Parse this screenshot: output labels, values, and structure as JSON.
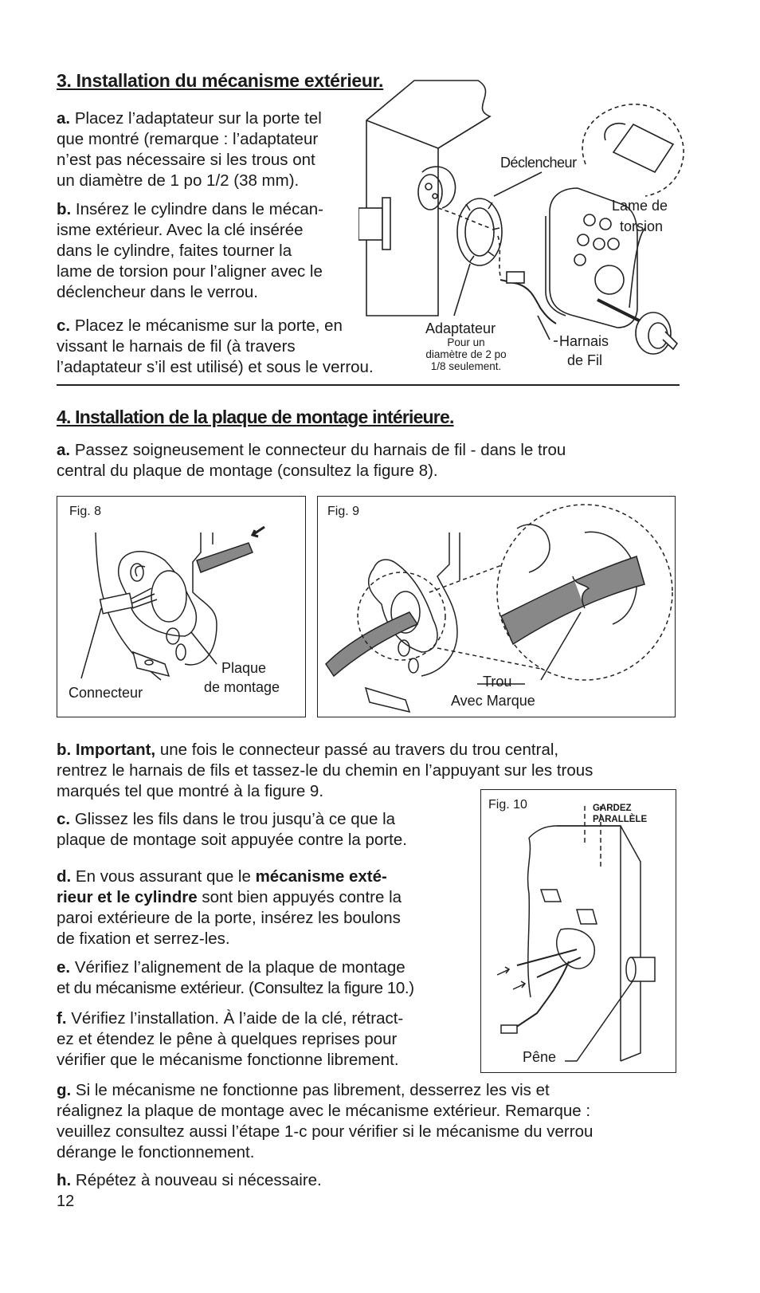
{
  "section3": {
    "title": "3. Installation du mécanisme extérieur.",
    "a_letter": "a.",
    "a_lines": [
      "Placez l’adaptateur sur la porte tel",
      "que montré (remarque : l’adaptateur",
      "n’est pas nécessaire si les trous ont",
      "un diamètre de 1 po 1/2 (38 mm)."
    ],
    "b_letter": "b.",
    "b_lines": [
      "Insérez le cylindre dans le mécan-",
      "isme extérieur. Avec la clé insérée",
      "dans le cylindre, faites tourner la",
      "lame de torsion pour l’aligner avec le",
      "déclencheur dans le verrou."
    ],
    "c_letter": "c.",
    "c_lines": [
      "Placez le mécanisme sur la porte, en",
      "vissant le harnais de fil (à travers",
      "l’adaptateur s’il est utilisé) et sous le verrou."
    ],
    "figure_labels": {
      "declencheur": "Déclencheur",
      "lame1": "Lame de",
      "lame2": "torsion",
      "adaptateur": "Adaptateur",
      "adapt_note1": "Pour un",
      "adapt_note2": "diamètre de 2 po",
      "adapt_note3": "1/8 seulement.",
      "harnais1": "Harnais",
      "harnais2": "de Fil"
    }
  },
  "section4": {
    "title": "4.  Installation de la plaque de montage intérieure.",
    "a_letter": "a.",
    "a_lines": [
      "Passez soigneusement le connecteur du harnais de fil - dans le trou",
      "central du plaque de montage (consultez la figure 8)."
    ],
    "fig8": {
      "caption": "Fig. 8",
      "connecteur": "Connecteur",
      "plaque1": "Plaque",
      "plaque2": "de montage"
    },
    "fig9": {
      "caption": "Fig. 9",
      "trou": "Trou",
      "avec": "Avec Marque"
    },
    "b_bold": "b. Important,",
    "b_lines": [
      "une fois le connecteur passé au travers du trou central,",
      "rentrez le harnais de fils et tassez-le du chemin en l’appuyant sur les trous",
      "marqués tel que montré à la figure 9."
    ],
    "c_letter": "c.",
    "c_lines": [
      "Glissez les fils dans le trou jusqu’à ce que la",
      "plaque de montage soit appuyée contre la porte."
    ],
    "d_letter": "d.",
    "d_pre": "En vous assurant que le",
    "d_bold1": "mécanisme exté-",
    "d_bold2": "rieur et le cylindre",
    "d_post": "sont bien appuyés contre la",
    "d_lines": [
      "paroi extérieure de la porte, insérez les boulons",
      "de fixation et serrez-les."
    ],
    "e_letter": "e.",
    "e_lines": [
      "Vérifiez l’alignement de la plaque de montage",
      "et du mécanisme extérieur. (Consultez la figure 10.)"
    ],
    "f_letter": "f.",
    "f_lines": [
      "Vérifiez l’installation. À l’aide de la clé, rétract-",
      "ez et étendez le pêne à quelques reprises pour",
      "vérifier que le mécanisme fonctionne librement."
    ],
    "fig10": {
      "caption": "Fig. 10",
      "gardez1": "GARDEZ",
      "gardez2": "PARALLÈLE",
      "pene": "Pêne"
    },
    "g_letter": "g.",
    "g_lines": [
      "Si le mécanisme ne fonctionne pas librement, desserrez les vis et",
      "réalignez la plaque de montage avec le mécanisme extérieur. Remarque :",
      "veuillez consultez aussi l’étape 1-c pour vérifier si le mécanisme du verrou",
      "dérange le fonctionnement."
    ],
    "h_letter": "h.",
    "h_text": "Répétez à nouveau si nécessaire."
  },
  "page_number": "12"
}
